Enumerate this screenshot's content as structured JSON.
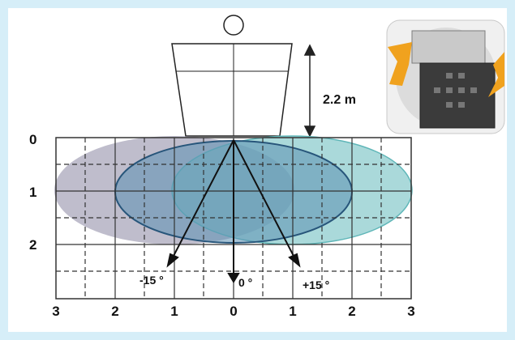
{
  "height_label": "2.2 m",
  "axis_left_labels": [
    "0",
    "1",
    "2"
  ],
  "axis_bottom_labels": [
    "3",
    "2",
    "1",
    "0",
    "1",
    "2",
    "3"
  ],
  "angle_labels": [
    "-15 °",
    "0 °",
    "+15 °"
  ],
  "colors": {
    "background": "#d6eef8",
    "zone_left": "#a9a7bb",
    "zone_center": "#5b8fb3",
    "zone_right": "#7cc4c6",
    "rotate_arrows": "#f0a21e"
  }
}
